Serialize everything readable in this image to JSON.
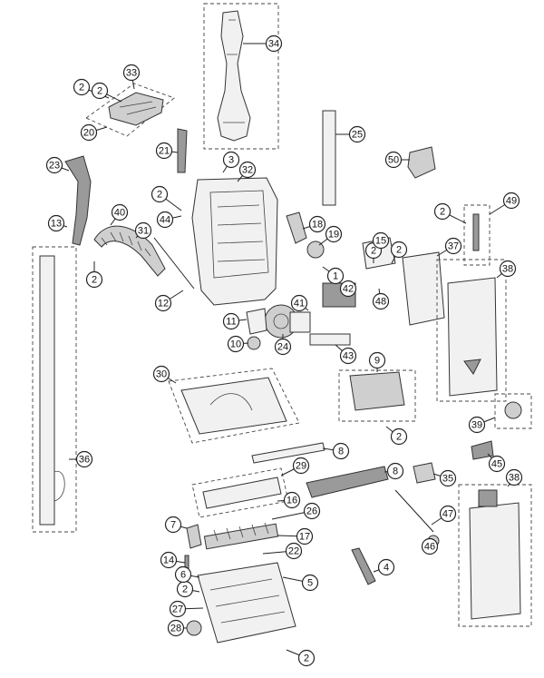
{
  "callouts": [
    {
      "id": "c1",
      "label": "1"
    },
    {
      "id": "c2a",
      "label": "2"
    },
    {
      "id": "c2b",
      "label": "2"
    },
    {
      "id": "c2c",
      "label": "2"
    },
    {
      "id": "c2d",
      "label": "2"
    },
    {
      "id": "c2e",
      "label": "2"
    },
    {
      "id": "c2f",
      "label": "2"
    },
    {
      "id": "c2g",
      "label": "2"
    },
    {
      "id": "c2h",
      "label": "2"
    },
    {
      "id": "c2i",
      "label": "2"
    },
    {
      "id": "c2j",
      "label": "2"
    },
    {
      "id": "c3",
      "label": "3"
    },
    {
      "id": "c4",
      "label": "4"
    },
    {
      "id": "c5",
      "label": "5"
    },
    {
      "id": "c6",
      "label": "6"
    },
    {
      "id": "c7",
      "label": "7"
    },
    {
      "id": "c8a",
      "label": "8"
    },
    {
      "id": "c8b",
      "label": "8"
    },
    {
      "id": "c9",
      "label": "9"
    },
    {
      "id": "c10",
      "label": "10"
    },
    {
      "id": "c11",
      "label": "11"
    },
    {
      "id": "c12",
      "label": "12"
    },
    {
      "id": "c13",
      "label": "13"
    },
    {
      "id": "c14",
      "label": "14"
    },
    {
      "id": "c15",
      "label": "15"
    },
    {
      "id": "c16",
      "label": "16"
    },
    {
      "id": "c17",
      "label": "17"
    },
    {
      "id": "c18",
      "label": "18"
    },
    {
      "id": "c19",
      "label": "19"
    },
    {
      "id": "c20",
      "label": "20"
    },
    {
      "id": "c21",
      "label": "21"
    },
    {
      "id": "c22",
      "label": "22"
    },
    {
      "id": "c23",
      "label": "23"
    },
    {
      "id": "c24",
      "label": "24"
    },
    {
      "id": "c25",
      "label": "25"
    },
    {
      "id": "c26",
      "label": "26"
    },
    {
      "id": "c27",
      "label": "27"
    },
    {
      "id": "c28",
      "label": "28"
    },
    {
      "id": "c29",
      "label": "29"
    },
    {
      "id": "c30",
      "label": "30"
    },
    {
      "id": "c31",
      "label": "31"
    },
    {
      "id": "c32",
      "label": "32"
    },
    {
      "id": "c33",
      "label": "33"
    },
    {
      "id": "c34",
      "label": "34"
    },
    {
      "id": "c35",
      "label": "35"
    },
    {
      "id": "c36",
      "label": "36"
    },
    {
      "id": "c37",
      "label": "37"
    },
    {
      "id": "c38a",
      "label": "38"
    },
    {
      "id": "c38b",
      "label": "38"
    },
    {
      "id": "c39",
      "label": "39"
    },
    {
      "id": "c40",
      "label": "40"
    },
    {
      "id": "c41",
      "label": "41"
    },
    {
      "id": "c42",
      "label": "42"
    },
    {
      "id": "c43",
      "label": "43"
    },
    {
      "id": "c44",
      "label": "44"
    },
    {
      "id": "c45",
      "label": "45"
    },
    {
      "id": "c46",
      "label": "46"
    },
    {
      "id": "c47",
      "label": "47"
    },
    {
      "id": "c48",
      "label": "48"
    },
    {
      "id": "c49",
      "label": "49"
    },
    {
      "id": "c50",
      "label": "50"
    }
  ]
}
